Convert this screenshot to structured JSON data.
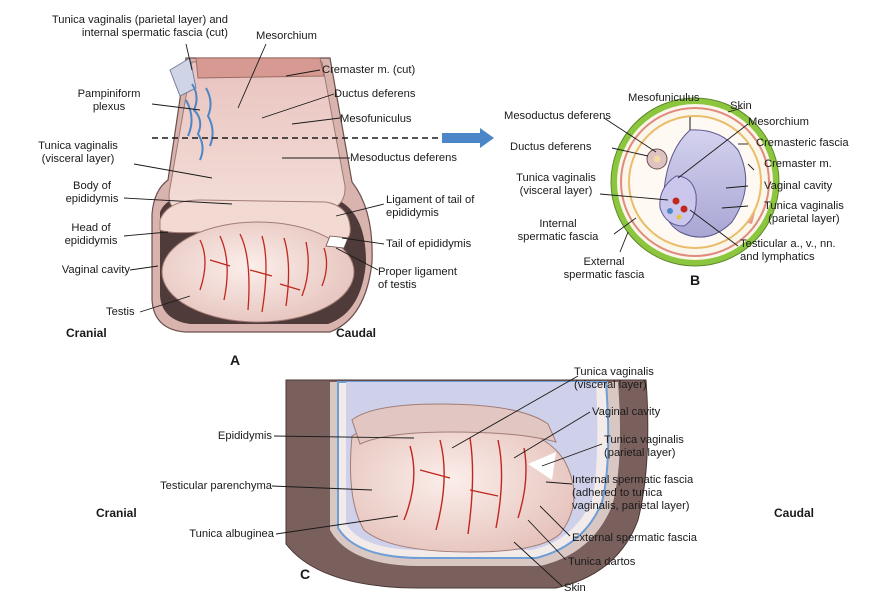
{
  "colors": {
    "accent": "#4a86c8",
    "tissue": "#e8c7c0",
    "testis": "#f1d6d2",
    "vessel": "#c0271d",
    "sac_dark": "#5b4644",
    "skin_green": "#8cc63f",
    "cavity": "#b4b2dc"
  },
  "panels": {
    "a": "A",
    "b": "B",
    "c": "C"
  },
  "orientation": {
    "a_cranial": "Cranial",
    "a_caudal": "Caudal",
    "c_cranial": "Cranial",
    "c_caudal": "Caudal"
  },
  "labels_a": {
    "tunica_parietal_fascia": "Tunica vaginalis (parietal layer) and\ninternal spermatic fascia (cut)",
    "mesorchium": "Mesorchium",
    "cremaster_cut": "Cremaster m. (cut)",
    "pampiniform": "Pampiniform\nplexus",
    "ductus_deferens": "Ductus deferens",
    "mesofuniculus": "Mesofuniculus",
    "tunica_visceral": "Tunica vaginalis\n(visceral layer)",
    "mesoductus": "Mesoductus deferens",
    "body_epididymis": "Body of\nepididymis",
    "ligament_tail": "Ligament of tail of\nepididymis",
    "head_epididymis": "Head of\nepididymis",
    "tail_epididymis": "Tail of epididymis",
    "vaginal_cavity": "Vaginal cavity",
    "proper_ligament": "Proper ligament\nof testis",
    "testis": "Testis"
  },
  "labels_b": {
    "mesofuniculus": "Mesofuniculus",
    "skin": "Skin",
    "mesoductus": "Mesoductus deferens",
    "mesorchium": "Mesorchium",
    "cremasteric_fascia": "Cremasteric fascia",
    "ductus_deferens": "Ductus deferens",
    "cremaster": "Cremaster m.",
    "tunica_visceral": "Tunica vaginalis\n(visceral layer)",
    "vaginal_cavity": "Vaginal cavity",
    "tunica_parietal": "Tunica vaginalis\n(parietal layer)",
    "internal_fascia": "Internal\nspermatic fascia",
    "testicular_vessels": "Testicular a., v., nn.\nand lymphatics",
    "external_fascia": "External\nspermatic fascia"
  },
  "labels_c": {
    "tunica_visceral": "Tunica vaginalis\n(visceral layer)",
    "vaginal_cavity": "Vaginal cavity",
    "epididymis": "Epididymis",
    "tunica_parietal": "Tunica vaginalis\n(parietal layer)",
    "parenchyma": "Testicular parenchyma",
    "internal_fascia": "Internal spermatic fascia\n(adhered to tunica\nvaginalis, parietal layer)",
    "albuginea": "Tunica albuginea",
    "external_fascia": "External spermatic fascia",
    "dartos": "Tunica dartos",
    "skin": "Skin"
  }
}
